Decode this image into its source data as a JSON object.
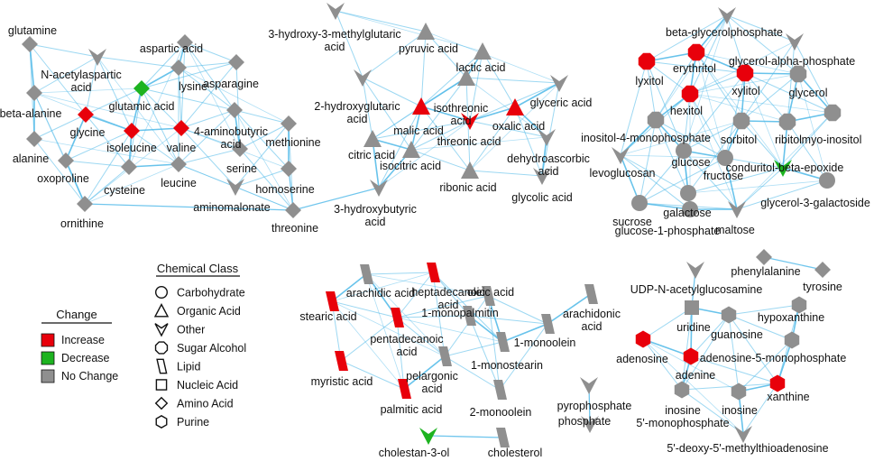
{
  "colors": {
    "increase": "#e8000b",
    "decrease": "#1db320",
    "no_change": "#8f8f8f",
    "edge": "#4db8e8"
  },
  "legend": {
    "change_title": "Change",
    "change_items": [
      {
        "label": "Increase",
        "color": "#e8000b"
      },
      {
        "label": "Decrease",
        "color": "#1db320"
      },
      {
        "label": "No Change",
        "color": "#8f8f8f"
      }
    ],
    "class_title": "Chemical Class",
    "class_items": [
      {
        "label": "Carbohydrate",
        "shape": "circle"
      },
      {
        "label": "Organic Acid",
        "shape": "triangle"
      },
      {
        "label": "Other",
        "shape": "chevron"
      },
      {
        "label": "Sugar Alcohol",
        "shape": "octagon"
      },
      {
        "label": "Lipid",
        "shape": "parallelogram"
      },
      {
        "label": "Nucleic Acid",
        "shape": "square"
      },
      {
        "label": "Amino Acid",
        "shape": "diamond"
      },
      {
        "label": "Purine",
        "shape": "hexagon"
      }
    ]
  },
  "nodes": [
    {
      "id": "glutamine",
      "shape": "diamond",
      "change": "none",
      "labels": [
        "glutamine"
      ]
    },
    {
      "id": "aspartic",
      "shape": "diamond",
      "change": "none",
      "labels": [
        "aspartic acid"
      ]
    },
    {
      "id": "nacetylasp",
      "shape": "chevron",
      "change": "none",
      "labels": [
        "N-acetylaspartic",
        "acid"
      ]
    },
    {
      "id": "lysine",
      "shape": "diamond",
      "change": "none",
      "labels": [
        "lysine"
      ]
    },
    {
      "id": "asparagine",
      "shape": "diamond",
      "change": "none",
      "labels": [
        "asparagine"
      ]
    },
    {
      "id": "glutamic",
      "shape": "diamond",
      "change": "decrease",
      "labels": [
        "glutamic acid"
      ]
    },
    {
      "id": "betaalanine",
      "shape": "diamond",
      "change": "none",
      "labels": [
        "beta-alanine"
      ]
    },
    {
      "id": "glycine",
      "shape": "diamond",
      "change": "increase",
      "labels": [
        "glycine"
      ]
    },
    {
      "id": "isoleucine",
      "shape": "diamond",
      "change": "increase",
      "labels": [
        "isoleucine"
      ]
    },
    {
      "id": "valine",
      "shape": "diamond",
      "change": "increase",
      "labels": [
        "valine"
      ]
    },
    {
      "id": "aminobutyric",
      "shape": "diamond",
      "change": "none",
      "labels": [
        "4-aminobutyric",
        "acid"
      ]
    },
    {
      "id": "methionine",
      "shape": "diamond",
      "change": "none",
      "labels": [
        "methionine"
      ]
    },
    {
      "id": "alanine",
      "shape": "diamond",
      "change": "none",
      "labels": [
        "alanine"
      ]
    },
    {
      "id": "serine",
      "shape": "diamond",
      "change": "none",
      "labels": [
        "serine"
      ]
    },
    {
      "id": "oxoproline",
      "shape": "diamond",
      "change": "none",
      "labels": [
        "oxoproline"
      ]
    },
    {
      "id": "cysteine",
      "shape": "diamond",
      "change": "none",
      "labels": [
        "cysteine"
      ]
    },
    {
      "id": "leucine",
      "shape": "diamond",
      "change": "none",
      "labels": [
        "leucine"
      ]
    },
    {
      "id": "homoserine",
      "shape": "diamond",
      "change": "none",
      "labels": [
        "homoserine"
      ]
    },
    {
      "id": "aminomalonate",
      "shape": "chevron",
      "change": "none",
      "labels": [
        "aminomalonate"
      ]
    },
    {
      "id": "ornithine",
      "shape": "diamond",
      "change": "none",
      "labels": [
        "ornithine"
      ]
    },
    {
      "id": "threonine",
      "shape": "diamond",
      "change": "none",
      "labels": [
        "threonine"
      ]
    },
    {
      "id": "hmg",
      "shape": "chevron",
      "change": "none",
      "labels": [
        "3-hydroxy-3-methylglutaric",
        "acid"
      ]
    },
    {
      "id": "pyruvic",
      "shape": "triangle",
      "change": "none",
      "labels": [
        "pyruvic acid"
      ]
    },
    {
      "id": "lactic",
      "shape": "triangle",
      "change": "none",
      "labels": [
        "lactic acid"
      ]
    },
    {
      "id": "isothreonic",
      "shape": "triangle",
      "change": "none",
      "labels": [
        "isothreonic",
        "acid"
      ]
    },
    {
      "id": "glyceric",
      "shape": "chevron",
      "change": "none",
      "labels": [
        "glyceric acid"
      ]
    },
    {
      "id": "hydroxyglutaric",
      "shape": "chevron",
      "change": "none",
      "labels": [
        "2-hydroxyglutaric",
        "acid"
      ]
    },
    {
      "id": "malic",
      "shape": "triangle",
      "change": "increase",
      "labels": [
        "malic acid"
      ]
    },
    {
      "id": "oxalic",
      "shape": "triangle",
      "change": "increase",
      "labels": [
        "oxalic acid"
      ]
    },
    {
      "id": "threonic",
      "shape": "chevron",
      "change": "increase",
      "labels": [
        "threonic acid"
      ]
    },
    {
      "id": "citric",
      "shape": "triangle",
      "change": "none",
      "labels": [
        "citric acid"
      ]
    },
    {
      "id": "isocitric",
      "shape": "triangle",
      "change": "none",
      "labels": [
        "isocitric acid"
      ]
    },
    {
      "id": "dehydroasc",
      "shape": "chevron",
      "change": "none",
      "labels": [
        "dehydroascorbic",
        "acid"
      ]
    },
    {
      "id": "ribonic",
      "shape": "triangle",
      "change": "none",
      "labels": [
        "ribonic acid"
      ]
    },
    {
      "id": "glycolic",
      "shape": "chevron",
      "change": "none",
      "labels": [
        "glycolic acid"
      ]
    },
    {
      "id": "hydroxybutyric",
      "shape": "chevron",
      "change": "none",
      "labels": [
        "3-hydroxybutyric",
        "acid"
      ]
    },
    {
      "id": "betaglycerophosphate",
      "shape": "chevron",
      "change": "none",
      "labels": [
        "beta-glycerolphosphate"
      ]
    },
    {
      "id": "erythritol",
      "shape": "octagon",
      "change": "increase",
      "labels": [
        "erythritol"
      ]
    },
    {
      "id": "gap",
      "shape": "chevron",
      "change": "none",
      "labels": [
        "glycerol-alpha-phosphate"
      ]
    },
    {
      "id": "lyxitol",
      "shape": "octagon",
      "change": "increase",
      "labels": [
        "lyxitol"
      ]
    },
    {
      "id": "xylitol",
      "shape": "octagon",
      "change": "increase",
      "labels": [
        "xylitol"
      ]
    },
    {
      "id": "glycerol",
      "shape": "octagon",
      "change": "none",
      "labels": [
        "glycerol"
      ]
    },
    {
      "id": "hexitol",
      "shape": "octagon",
      "change": "increase",
      "labels": [
        "hexitol"
      ]
    },
    {
      "id": "sorbitol",
      "shape": "octagon",
      "change": "none",
      "labels": [
        "sorbitol"
      ]
    },
    {
      "id": "ribitol",
      "shape": "octagon",
      "change": "none",
      "labels": [
        "ribitol"
      ]
    },
    {
      "id": "myoinositol",
      "shape": "octagon",
      "change": "none",
      "labels": [
        "myo-inositol"
      ]
    },
    {
      "id": "inositolmono",
      "shape": "octagon",
      "change": "none",
      "labels": [
        "inositol-4-monophosphate"
      ]
    },
    {
      "id": "levoglucosan",
      "shape": "chevron",
      "change": "none",
      "labels": [
        "levoglucosan"
      ]
    },
    {
      "id": "glucose",
      "shape": "circle",
      "change": "none",
      "labels": [
        "glucose"
      ]
    },
    {
      "id": "fructose",
      "shape": "circle",
      "change": "none",
      "labels": [
        "fructose"
      ]
    },
    {
      "id": "conduritol",
      "shape": "chevron",
      "change": "decrease",
      "labels": [
        "conduritol-beta-epoxide"
      ]
    },
    {
      "id": "glycerol3gal",
      "shape": "circle",
      "change": "none",
      "labels": [
        "glycerol-3-galactoside"
      ]
    },
    {
      "id": "sucrose",
      "shape": "circle",
      "change": "none",
      "labels": [
        "sucrose"
      ]
    },
    {
      "id": "galactose",
      "shape": "circle",
      "change": "none",
      "labels": [
        "galactose"
      ]
    },
    {
      "id": "g1p",
      "shape": "circle",
      "change": "none",
      "labels": [
        "glucose-1-phosphate"
      ]
    },
    {
      "id": "maltose",
      "shape": "chevron",
      "change": "none",
      "labels": [
        "maltose"
      ]
    },
    {
      "id": "arachidic",
      "shape": "parallelogram",
      "change": "none",
      "labels": [
        "arachidic acid"
      ]
    },
    {
      "id": "heptadecanoic",
      "shape": "parallelogram",
      "change": "increase",
      "labels": [
        "heptadecanoic",
        "acid"
      ]
    },
    {
      "id": "oleic",
      "shape": "parallelogram",
      "change": "none",
      "labels": [
        "oleic acid"
      ]
    },
    {
      "id": "stearic",
      "shape": "parallelogram",
      "change": "increase",
      "labels": [
        "stearic acid"
      ]
    },
    {
      "id": "monopalmitin",
      "shape": "parallelogram",
      "change": "none",
      "labels": [
        "1-monopalmitin"
      ]
    },
    {
      "id": "arachidonic",
      "shape": "parallelogram",
      "change": "none",
      "labels": [
        "arachidonic",
        "acid"
      ]
    },
    {
      "id": "pentadecanoic",
      "shape": "parallelogram",
      "change": "increase",
      "labels": [
        "pentadecanoic",
        "acid"
      ]
    },
    {
      "id": "monoolein1",
      "shape": "parallelogram",
      "change": "none",
      "labels": [
        "1-monoolein"
      ]
    },
    {
      "id": "monostearin",
      "shape": "parallelogram",
      "change": "none",
      "labels": [
        "1-monostearin"
      ]
    },
    {
      "id": "myristic",
      "shape": "parallelogram",
      "change": "increase",
      "labels": [
        "myristic acid"
      ]
    },
    {
      "id": "pelargonic",
      "shape": "parallelogram",
      "change": "none",
      "labels": [
        "pelargonic",
        "acid"
      ]
    },
    {
      "id": "palmitic",
      "shape": "parallelogram",
      "change": "increase",
      "labels": [
        "palmitic acid"
      ]
    },
    {
      "id": "monoolein2",
      "shape": "parallelogram",
      "change": "none",
      "labels": [
        "2-monoolein"
      ]
    },
    {
      "id": "cholestanol",
      "shape": "chevron",
      "change": "decrease",
      "labels": [
        "cholestan-3-ol"
      ]
    },
    {
      "id": "cholesterol",
      "shape": "parallelogram",
      "change": "none",
      "labels": [
        "cholesterol"
      ]
    },
    {
      "id": "pyrophosphate",
      "shape": "chevron",
      "change": "none",
      "labels": [
        "pyrophosphate"
      ]
    },
    {
      "id": "phosphate",
      "shape": "chevron",
      "change": "none",
      "labels": [
        "phosphate"
      ]
    },
    {
      "id": "phenylalanine",
      "shape": "diamond",
      "change": "none",
      "labels": [
        "phenylalanine"
      ]
    },
    {
      "id": "tyrosine",
      "shape": "diamond",
      "change": "none",
      "labels": [
        "tyrosine"
      ]
    },
    {
      "id": "udpnag",
      "shape": "chevron",
      "change": "none",
      "labels": [
        "UDP-N-acetylglucosamine"
      ]
    },
    {
      "id": "uridine",
      "shape": "square",
      "change": "none",
      "labels": [
        "uridine"
      ]
    },
    {
      "id": "hypoxanthine",
      "shape": "hexagon",
      "change": "none",
      "labels": [
        "hypoxanthine"
      ]
    },
    {
      "id": "guanosine",
      "shape": "hexagon",
      "change": "none",
      "labels": [
        "guanosine"
      ]
    },
    {
      "id": "adenosine",
      "shape": "hexagon",
      "change": "increase",
      "labels": [
        "adenosine"
      ]
    },
    {
      "id": "adenine",
      "shape": "hexagon",
      "change": "increase",
      "labels": [
        "adenine"
      ]
    },
    {
      "id": "amp",
      "shape": "hexagon",
      "change": "none",
      "labels": [
        "adenosine-5-monophosphate"
      ]
    },
    {
      "id": "xanthine",
      "shape": "hexagon",
      "change": "increase",
      "labels": [
        "xanthine"
      ]
    },
    {
      "id": "imp",
      "shape": "hexagon",
      "change": "none",
      "labels": [
        "inosine",
        "5'-monophosphate"
      ]
    },
    {
      "id": "inosine",
      "shape": "hexagon",
      "change": "none",
      "labels": [
        "inosine"
      ]
    },
    {
      "id": "mta",
      "shape": "chevron",
      "change": "none",
      "labels": [
        "5'-deoxy-5'-methylthioadenosine"
      ]
    }
  ]
}
